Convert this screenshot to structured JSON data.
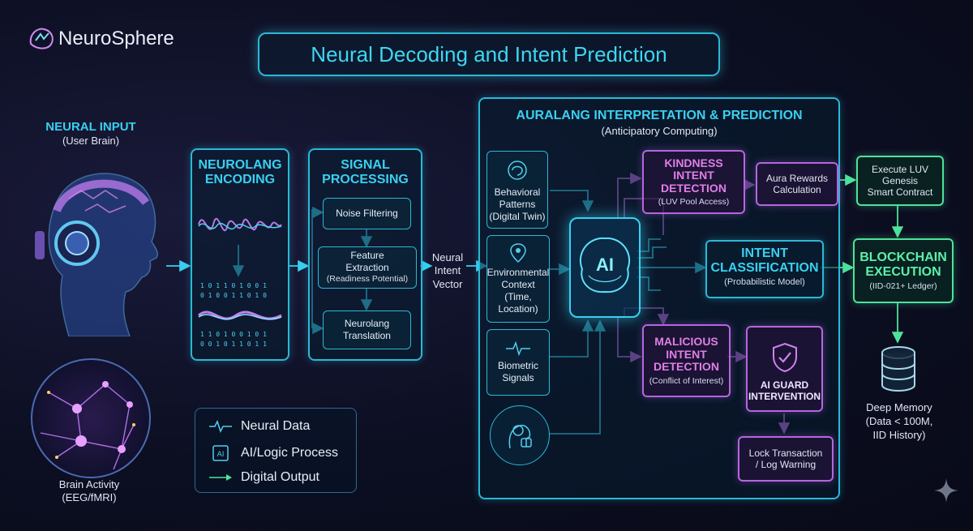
{
  "brand": {
    "name": "NeuroSphere"
  },
  "title": "Neural Decoding and Intent Prediction",
  "neural_input": {
    "title": "NEURAL INPUT",
    "subtitle": "(User Brain)",
    "brain_label_1": "Brain Activity",
    "brain_label_2": "(EEG/fMRI)"
  },
  "encoding": {
    "title_1": "NEUROLANG",
    "title_2": "ENCODING"
  },
  "signal_processing": {
    "title_1": "SIGNAL",
    "title_2": "PROCESSING",
    "steps": [
      {
        "line1": "Noise Filtering",
        "line2": ""
      },
      {
        "line1": "Feature",
        "line2": "Extraction",
        "line3": "(Readiness Potential)"
      },
      {
        "line1": "Neurolang",
        "line2": "Translation"
      }
    ]
  },
  "vector": {
    "line1": "Neural",
    "line2": "Intent",
    "line3": "Vector"
  },
  "auralang": {
    "title": "AURALANG INTERPRETATION & PREDICTION",
    "subtitle": "(Anticipatory Computing)",
    "inputs": [
      {
        "line1": "Behavioral",
        "line2": "Patterns",
        "line3": "(Digital Twin)"
      },
      {
        "line1": "Environmental",
        "line2": "Context",
        "line3": "(Time,",
        "line4": "Location)"
      },
      {
        "line1": "Biometric",
        "line2": "Signals"
      }
    ],
    "ai_label": "AI"
  },
  "kindness": {
    "t1": "KINDNESS",
    "t2": "INTENT",
    "t3": "DETECTION",
    "sub": "(LUV Pool Access)"
  },
  "aura_rewards": {
    "line1": "Aura Rewards",
    "line2": "Calculation"
  },
  "execute_luv": {
    "line1": "Execute LUV",
    "line2": "Genesis",
    "line3": "Smart Contract"
  },
  "intent_class": {
    "t1": "INTENT",
    "t2": "CLASSIFICATION",
    "sub": "(Probabilistic Model)"
  },
  "blockchain": {
    "t1": "BLOCKCHAIN",
    "t2": "EXECUTION",
    "sub": "(IID-021+ Ledger)"
  },
  "malicious": {
    "t1": "MALICIOUS",
    "t2": "INTENT",
    "t3": "DETECTION",
    "sub": "(Conflict of Interest)"
  },
  "guard": {
    "t1": "AI GUARD",
    "t2": "INTERVENTION"
  },
  "lock": {
    "line1": "Lock Transaction",
    "line2": "/ Log Warning"
  },
  "deep_memory": {
    "line1": "Deep Memory",
    "line2": "(Data < 100M,",
    "line3": "IID History)"
  },
  "legend": [
    {
      "label": "Neural Data",
      "icon": "waveform-icon"
    },
    {
      "label": "AI/Logic Process",
      "icon": "ai-chip-icon"
    },
    {
      "label": "Digital Output",
      "icon": "arrow-icon"
    }
  ],
  "colors": {
    "cyan": "#2bb8d6",
    "purple": "#b466e0",
    "green": "#4ee39a"
  }
}
